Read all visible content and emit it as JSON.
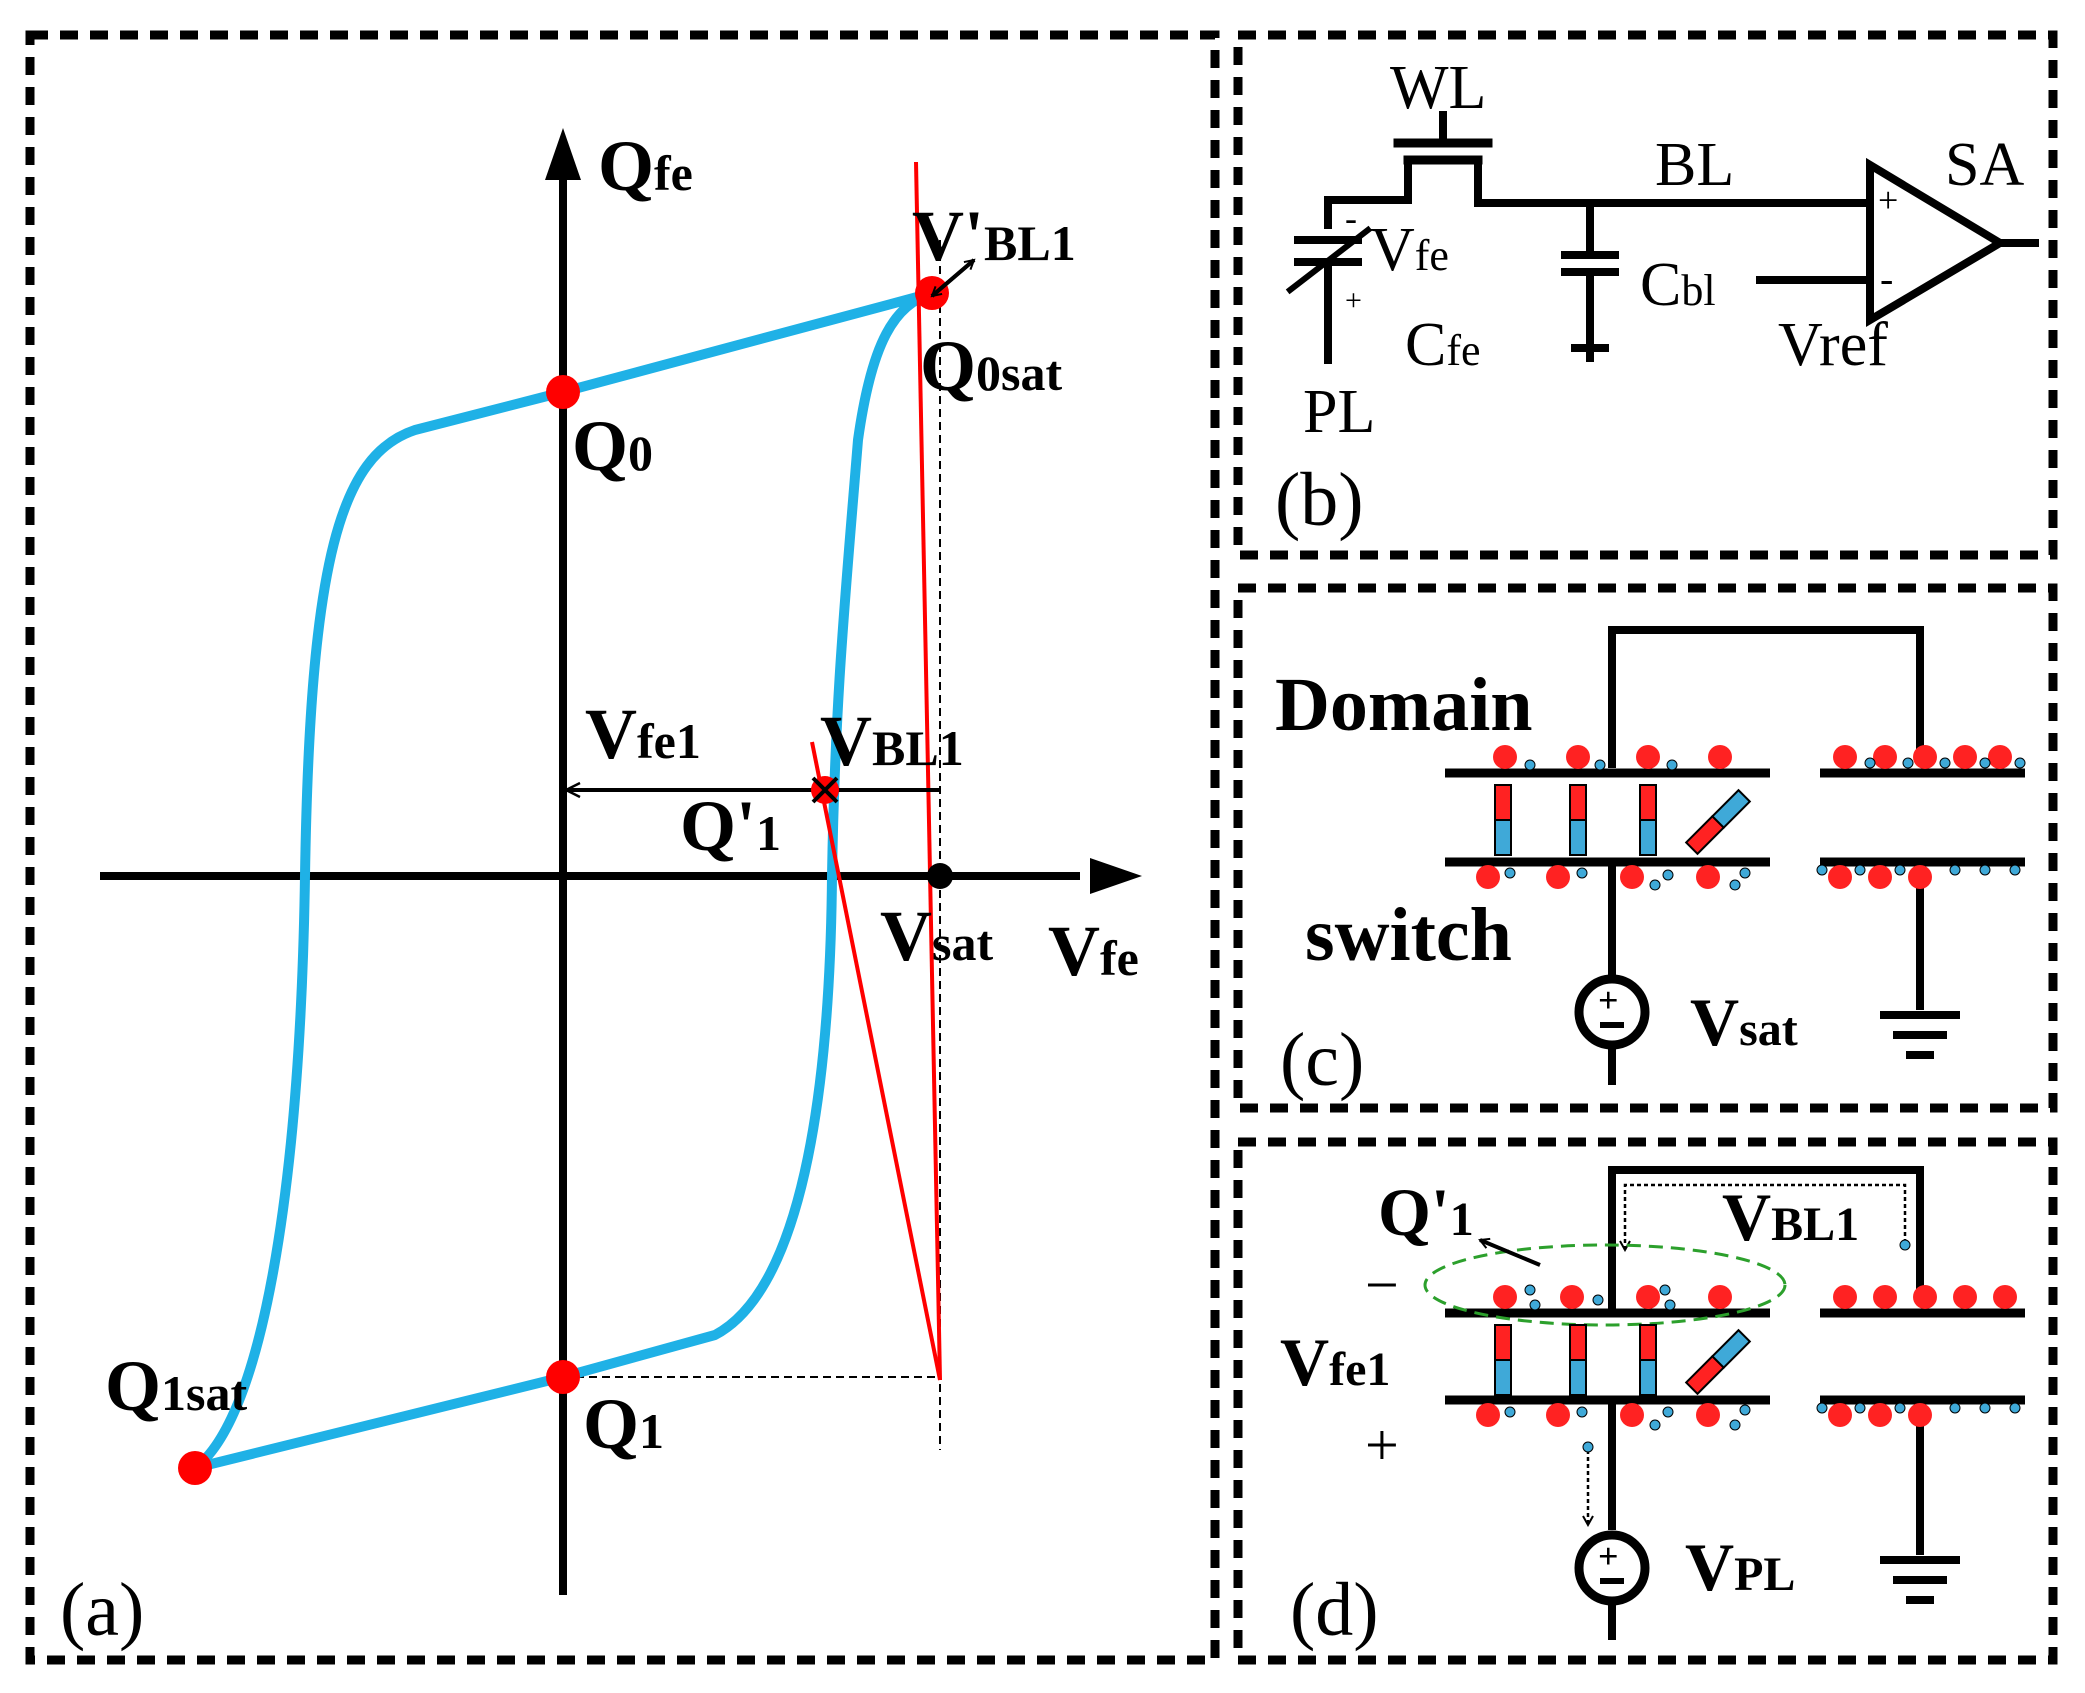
{
  "colors": {
    "loop": "#1fb1e6",
    "red": "#ff0000",
    "ink": "#000000",
    "cap_top": "#ff2222",
    "cap_bottom": "#3fa9d8",
    "ellipse": "#2ca02c"
  },
  "panel_a": {
    "tag": "(a)",
    "axis_y": "Q",
    "axis_y_sub": "fe",
    "axis_x": "V",
    "axis_x_sub": "fe",
    "q0": "Q",
    "q0_sub": "0",
    "q0sat": "Q",
    "q0sat_sub": "0sat",
    "q1": "Q",
    "q1_sub": "1",
    "q1sat": "Q",
    "q1sat_sub": "1sat",
    "vfe1": "V",
    "vfe1_sub": "fe1",
    "vbl1": "V",
    "vbl1_sub": "BL1",
    "vbl1p": "V'",
    "vbl1p_sub": "BL1",
    "q1p": "Q'",
    "q1p_sub": "1",
    "vsat": "V",
    "vsat_sub": "sat"
  },
  "panel_b": {
    "tag": "(b)",
    "wl": "WL",
    "bl": "BL",
    "sa": "SA",
    "vfe": "V",
    "vfe_sub": "fe",
    "cfe": "C",
    "cfe_sub": "fe",
    "cbl": "C",
    "cbl_sub": "bl",
    "vref": "Vref",
    "pl": "PL",
    "minus": "-",
    "plus": "+",
    "sa_plus": "+",
    "sa_minus": "-"
  },
  "panel_c": {
    "tag": "(c)",
    "domain": "Domain",
    "switch": "switch",
    "vsat": "V",
    "vsat_sub": "sat"
  },
  "panel_d": {
    "tag": "(d)",
    "q1p": "Q'",
    "q1p_sub": "1",
    "vbl1": "V",
    "vbl1_sub": "BL1",
    "vfe1": "V",
    "vfe1_sub": "fe1",
    "minus": "−",
    "plus": "+",
    "vpl": "V",
    "vpl_sub": "PL"
  }
}
